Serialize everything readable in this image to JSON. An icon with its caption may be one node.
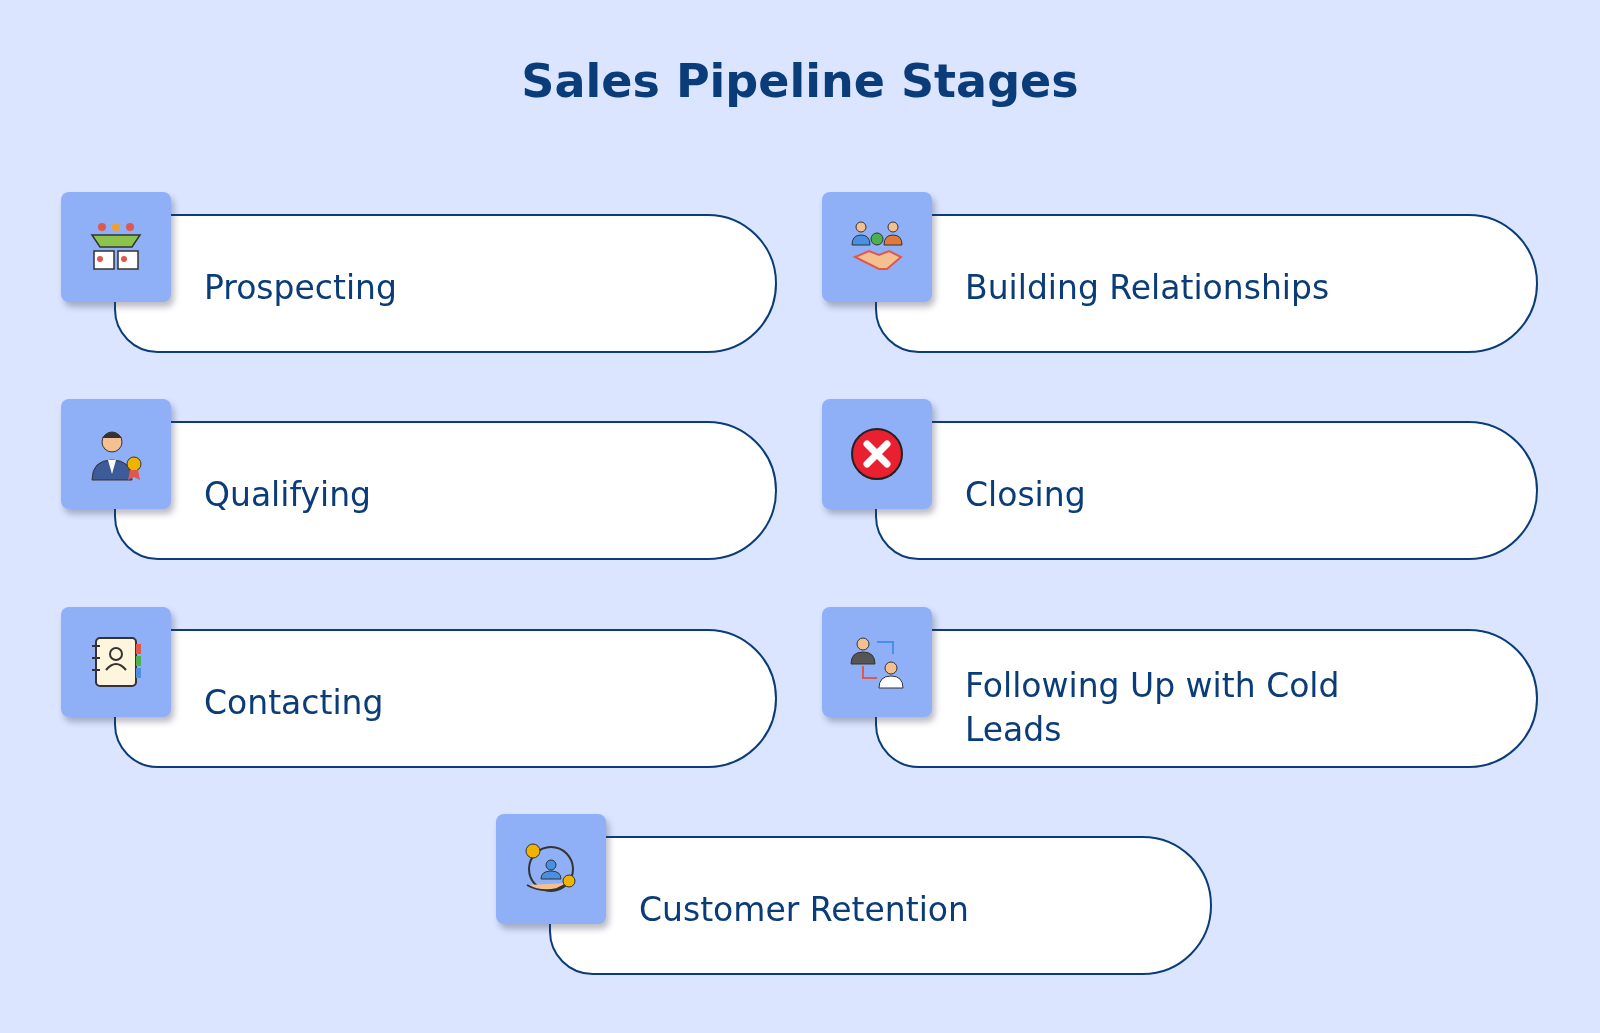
{
  "diagram": {
    "title": "Sales Pipeline Stages",
    "nodes": [
      {
        "text": [
          "Prospecting"
        ]
      },
      {
        "text": [
          "Building Relationships"
        ]
      },
      {
        "text": [
          "Qualifying"
        ]
      },
      {
        "text": [
          "Closing"
        ]
      },
      {
        "text": [
          "Contacting"
        ]
      },
      {
        "text": [
          "Following Up with Cold Leads"
        ]
      },
      {
        "text": [
          "Customer Retention"
        ]
      }
    ]
  }
}
